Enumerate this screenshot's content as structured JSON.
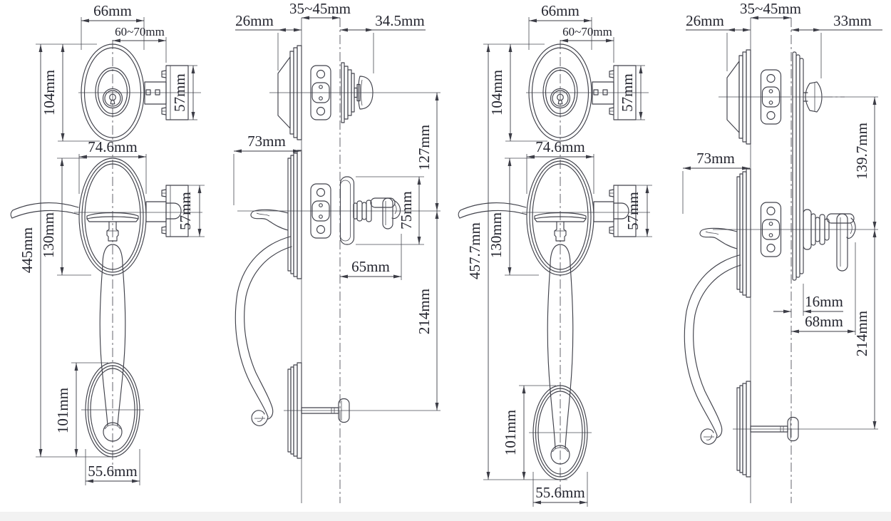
{
  "colors": {
    "line": "#41424b",
    "text": "#23242e",
    "background": "#ffffff"
  },
  "views": {
    "v1": {
      "deadbolt_rose_width": "66mm",
      "backset": "60~70mm",
      "deadbolt_rose_height": "104mm",
      "deadbolt_faceplate_height": "57mm",
      "plate_width": "74.6mm",
      "plate_upper_height": "130mm",
      "overall_height": "445mm",
      "latch_faceplate_height": "57mm",
      "grip_rose_height": "101mm",
      "grip_rose_width": "55.6mm"
    },
    "v2": {
      "exterior_rose_depth": "26mm",
      "door_thickness": "35~45mm",
      "interior_thumbturn_depth": "34.5mm",
      "exterior_handle_depth": "73mm",
      "deadbolt_to_handle_spacing": "127mm",
      "interior_rose_height": "75mm",
      "interior_lever_depth": "65mm",
      "handle_to_bottom_bolt": "214mm"
    },
    "v3": {
      "deadbolt_rose_width": "66mm",
      "backset": "60~70mm",
      "deadbolt_rose_height": "104mm",
      "deadbolt_faceplate_height": "57mm",
      "plate_width": "74.6mm",
      "plate_upper_height": "130mm",
      "overall_height": "457.7mm",
      "latch_faceplate_height": "57mm",
      "grip_rose_height": "101mm",
      "grip_rose_width": "55.6mm"
    },
    "v4": {
      "exterior_rose_depth": "26mm",
      "door_thickness": "35~45mm",
      "interior_thumbturn_depth": "33mm",
      "exterior_handle_depth": "73mm",
      "deadbolt_to_handle_spacing": "139.7mm",
      "interior_plate_depth": "16mm",
      "interior_lever_depth": "68mm",
      "handle_to_bottom_bolt": "214mm"
    }
  }
}
